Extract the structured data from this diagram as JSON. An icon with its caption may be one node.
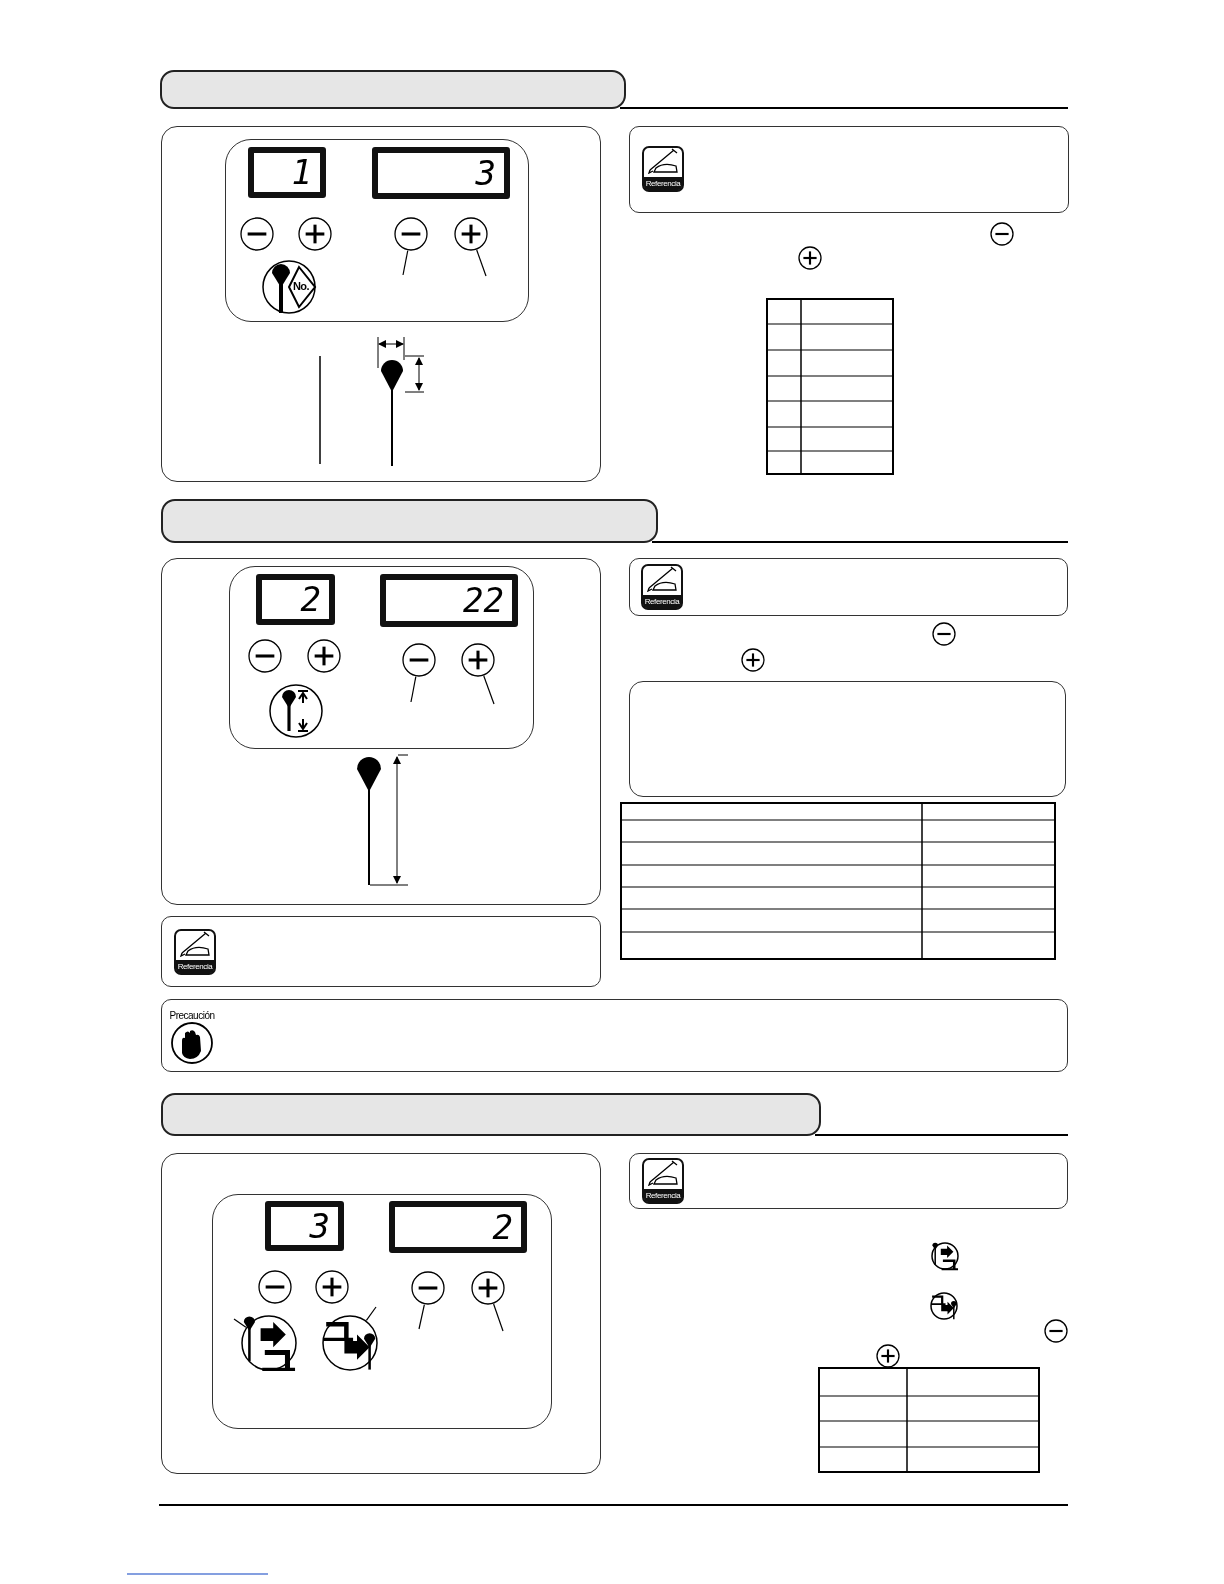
{
  "diagram": {
    "nodes": [
      {
        "text": [
          "1"
        ]
      },
      {
        "text": [
          "3"
        ]
      },
      {
        "text": [],
        "shape": "circle"
      },
      {
        "text": [],
        "shape": "circle"
      },
      {
        "text": [
          "2"
        ]
      },
      {
        "text": [
          "22"
        ]
      },
      {
        "text": [],
        "shape": "circle"
      },
      {
        "text": [],
        "shape": "circle"
      },
      {
        "text": [
          "3"
        ]
      },
      {
        "text": [
          "2"
        ]
      },
      {
        "text": [],
        "shape": "circle"
      },
      {
        "text": [],
        "shape": "circle"
      },
      {
        "text": [],
        "shape": "circle"
      },
      {
        "text": [],
        "shape": "circle"
      }
    ],
    "edges": [
      {
        "from": 2,
        "to": null,
        "arrow": "none"
      },
      {
        "from": 3,
        "to": null,
        "arrow": "none"
      },
      {
        "from": 6,
        "to": null,
        "arrow": "none"
      },
      {
        "from": 7,
        "to": null,
        "arrow": "none"
      },
      {
        "from": 10,
        "to": null,
        "arrow": "none"
      },
      {
        "from": 11,
        "to": null,
        "arrow": "none"
      },
      {
        "from": 12,
        "to": null,
        "arrow": "none"
      },
      {
        "from": 13,
        "to": null,
        "arrow": "none"
      }
    ],
    "labels": [
      "Referencia",
      "No.",
      "Referencia",
      "Referencia",
      "Precaución",
      "Referencia"
    ]
  }
}
